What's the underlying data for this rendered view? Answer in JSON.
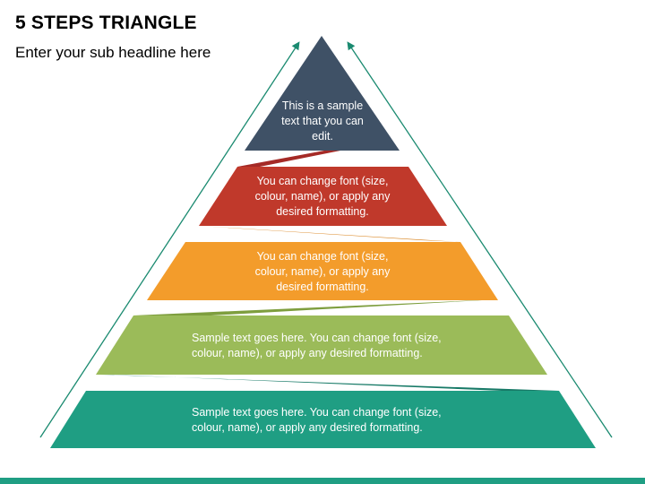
{
  "header": {
    "title": "5 STEPS TRIANGLE",
    "subtitle": "Enter your sub headline here"
  },
  "steps": [
    {
      "text": "This is a sample text that you can edit.",
      "color": "#3f5166",
      "connector_color": "#a52a26"
    },
    {
      "text": "You can change font (size, colour, name), or apply any desired formatting.",
      "color": "#c0392b",
      "connector_color": "#d9841f"
    },
    {
      "text": "You can change font (size, colour, name), or apply any desired formatting.",
      "color": "#f39c2b",
      "connector_color": "#7e9e3e"
    },
    {
      "text": "Sample text goes here. You can change font (size, colour, name), or apply any desired formatting.",
      "color": "#9bbb59",
      "connector_color": "#177a67"
    },
    {
      "text": "Sample text goes here. You can change font (size, colour, name), or apply any desired formatting.",
      "color": "#1f9e83"
    }
  ],
  "colors": {
    "footer": "#1f9e83",
    "arrow": "#1a8a70"
  }
}
